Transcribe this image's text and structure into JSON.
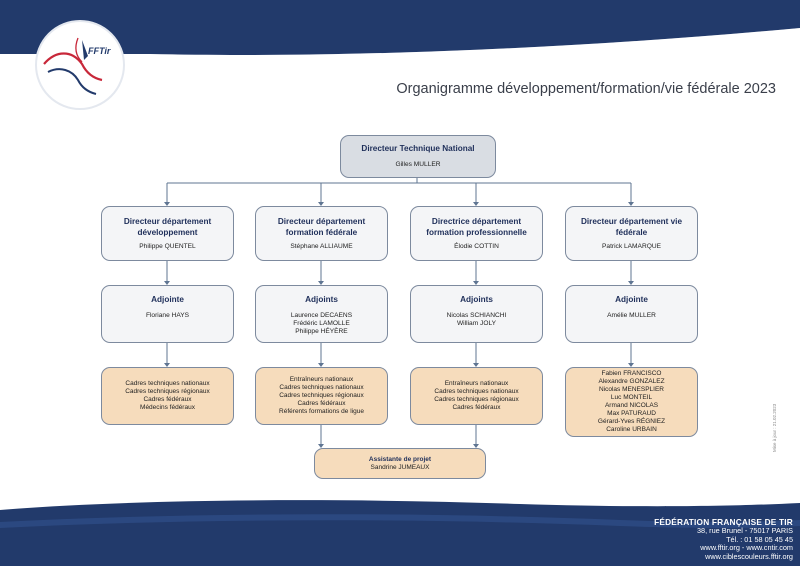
{
  "title": "Organigramme développement/formation/vie fédérale 2023",
  "logo_text": "FFTir",
  "top": {
    "role": "Directeur Technique National",
    "name": "Gilles MULLER"
  },
  "departments": [
    {
      "role": "Directeur département développement",
      "name": "Philippe QUENTEL",
      "deputy_title": "Adjointe",
      "deputies": [
        "Floriane HAYS"
      ],
      "staff": [
        "Cadres techniques nationaux",
        "Cadres techniques régionaux",
        "Cadres fédéraux",
        "Médecins fédéraux"
      ]
    },
    {
      "role": "Directeur département formation fédérale",
      "name": "Stéphane ALLIAUME",
      "deputy_title": "Adjoints",
      "deputies": [
        "Laurence DECAENS",
        "Frédéric LAMOLLE",
        "Philippe HÉYÈRE"
      ],
      "staff": [
        "Entraîneurs nationaux",
        "Cadres techniques nationaux",
        "Cadres techniques régionaux",
        "Cadres fédéraux",
        "Référents formations de ligue"
      ]
    },
    {
      "role": "Directrice département formation professionnelle",
      "name": "Élodie COTTIN",
      "deputy_title": "Adjoints",
      "deputies": [
        "Nicolas SCHIANCHI",
        "William JOLY"
      ],
      "staff": [
        "Entraîneurs nationaux",
        "Cadres techniques nationaux",
        "Cadres techniques régionaux",
        "Cadres fédéraux"
      ]
    },
    {
      "role": "Directeur département vie fédérale",
      "name": "Patrick LAMARQUE",
      "deputy_title": "Adjointe",
      "deputies": [
        "Amélie MULLER"
      ],
      "staff": [
        "Fabien FRANCISCO",
        "Alexandre GONZALEZ",
        "Nicolas MENESPLIER",
        "Luc MONTEIL",
        "Armand NICOLAS",
        "Max PATURAUD",
        "Gérard-Yves RÉGNIEZ",
        "Caroline URBAIN"
      ]
    }
  ],
  "assistant": {
    "role": "Assistante de projet",
    "name": "Sandrine JUMEAUX"
  },
  "update_note": "Mise à jour : 21.02.2023",
  "footer": {
    "org": "FÉDÉRATION FRANÇAISE DE TIR",
    "address": "38, rue Brunel - 75017 PARIS",
    "phone": "Tél. : 01 58 05 45 45",
    "web1": "www.fftir.org - www.cntir.com",
    "web2": "www.ciblescouleurs.fftir.org"
  },
  "colors": {
    "navy": "#223a6b",
    "box_border": "#7d8a9e",
    "box_gray": "#f4f5f7",
    "box_top": "#d9dde3",
    "box_tan": "#f6dcbc"
  }
}
